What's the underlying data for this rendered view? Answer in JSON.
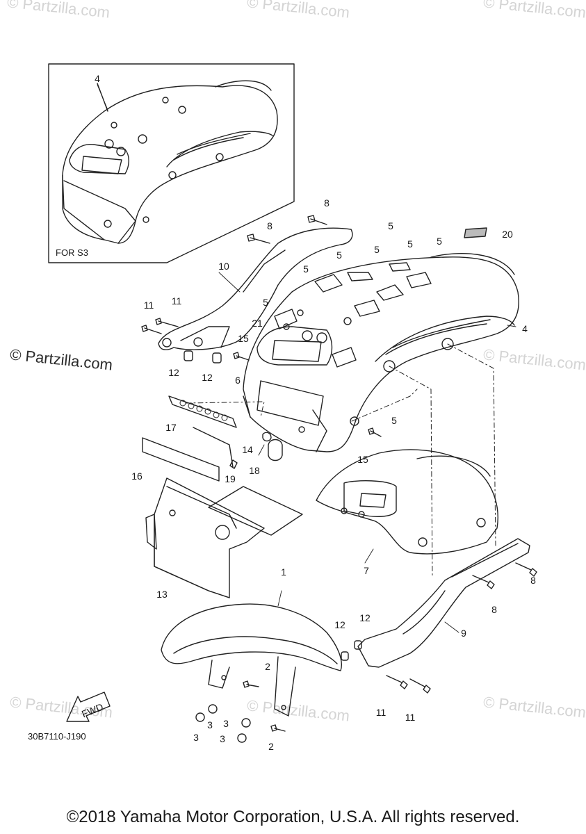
{
  "watermark": {
    "text": "© Partzilla.com"
  },
  "inset": {
    "label": "FOR S3",
    "callout": "4"
  },
  "diagram_code": "30B7110-J190",
  "fwd_label": "FWD",
  "copyright": "©2018 Yamaha Motor Corporation, U.S.A. All rights reserved.",
  "callouts": [
    "8",
    "8",
    "20",
    "5",
    "5",
    "5",
    "5",
    "5",
    "5",
    "10",
    "11",
    "11",
    "5",
    "21",
    "4",
    "15",
    "12",
    "12",
    "6",
    "5",
    "17",
    "14",
    "15",
    "16",
    "19",
    "18",
    "7",
    "13",
    "1",
    "8",
    "8",
    "9",
    "12",
    "12",
    "2",
    "3",
    "3",
    "3",
    "3",
    "11",
    "11",
    "2"
  ]
}
